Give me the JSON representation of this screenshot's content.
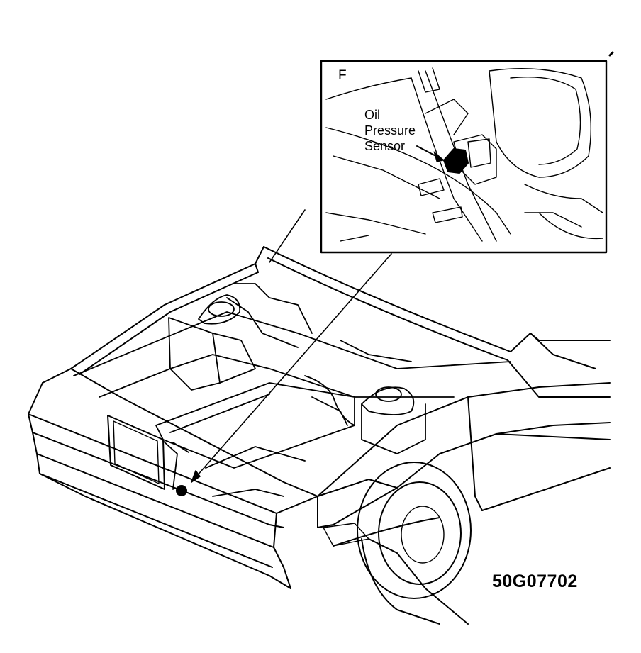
{
  "inset": {
    "view_letter": "F",
    "callout_lines": [
      "Oil",
      "Pressure",
      "Sensor"
    ]
  },
  "figure_code": "50G07702",
  "colors": {
    "ink": "#000000",
    "paper": "#ffffff"
  }
}
